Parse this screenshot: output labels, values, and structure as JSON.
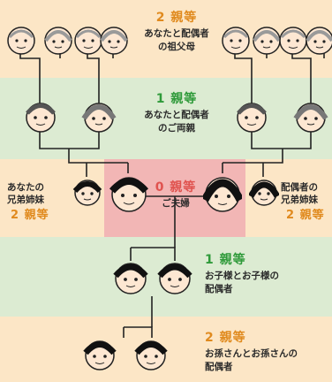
{
  "gen_grandparents": {
    "degree": "2 親等",
    "desc_line1": "あなたと配偶者",
    "desc_line2": "の祖父母"
  },
  "gen_parents": {
    "degree": "1 親等",
    "desc_line1": "あなたと配偶者",
    "desc_line2": "のご両親"
  },
  "gen_self": {
    "degree": "0 親等",
    "desc": "ご夫婦"
  },
  "siblings_left": {
    "line1": "あなたの",
    "line2": "兄弟姉妹",
    "degree": "2 親等"
  },
  "siblings_right": {
    "line1": "配偶者の",
    "line2": "兄弟姉妹",
    "degree": "2 親等"
  },
  "gen_children": {
    "degree": "1 親等",
    "desc_line1": "お子様とお子様の",
    "desc_line2": "配偶者"
  },
  "gen_grandchildren": {
    "degree": "2 親等",
    "desc_line1": "お孫さんとお孫さんの",
    "desc_line2": "配偶者"
  },
  "colors": {
    "band_orange": "#fce6c6",
    "band_green": "#dcebd2",
    "self_pink": "#f2b6b5",
    "orange_text": "#e08a1e",
    "green_text": "#2f9a3a",
    "red_text": "#e0534f"
  }
}
